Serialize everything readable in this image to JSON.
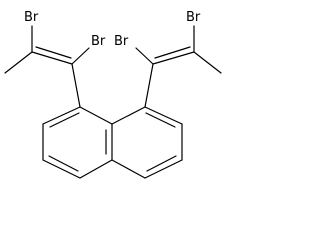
{
  "molecule": {
    "atoms": [
      "Br",
      "Br",
      "Br",
      "Br"
    ]
  }
}
